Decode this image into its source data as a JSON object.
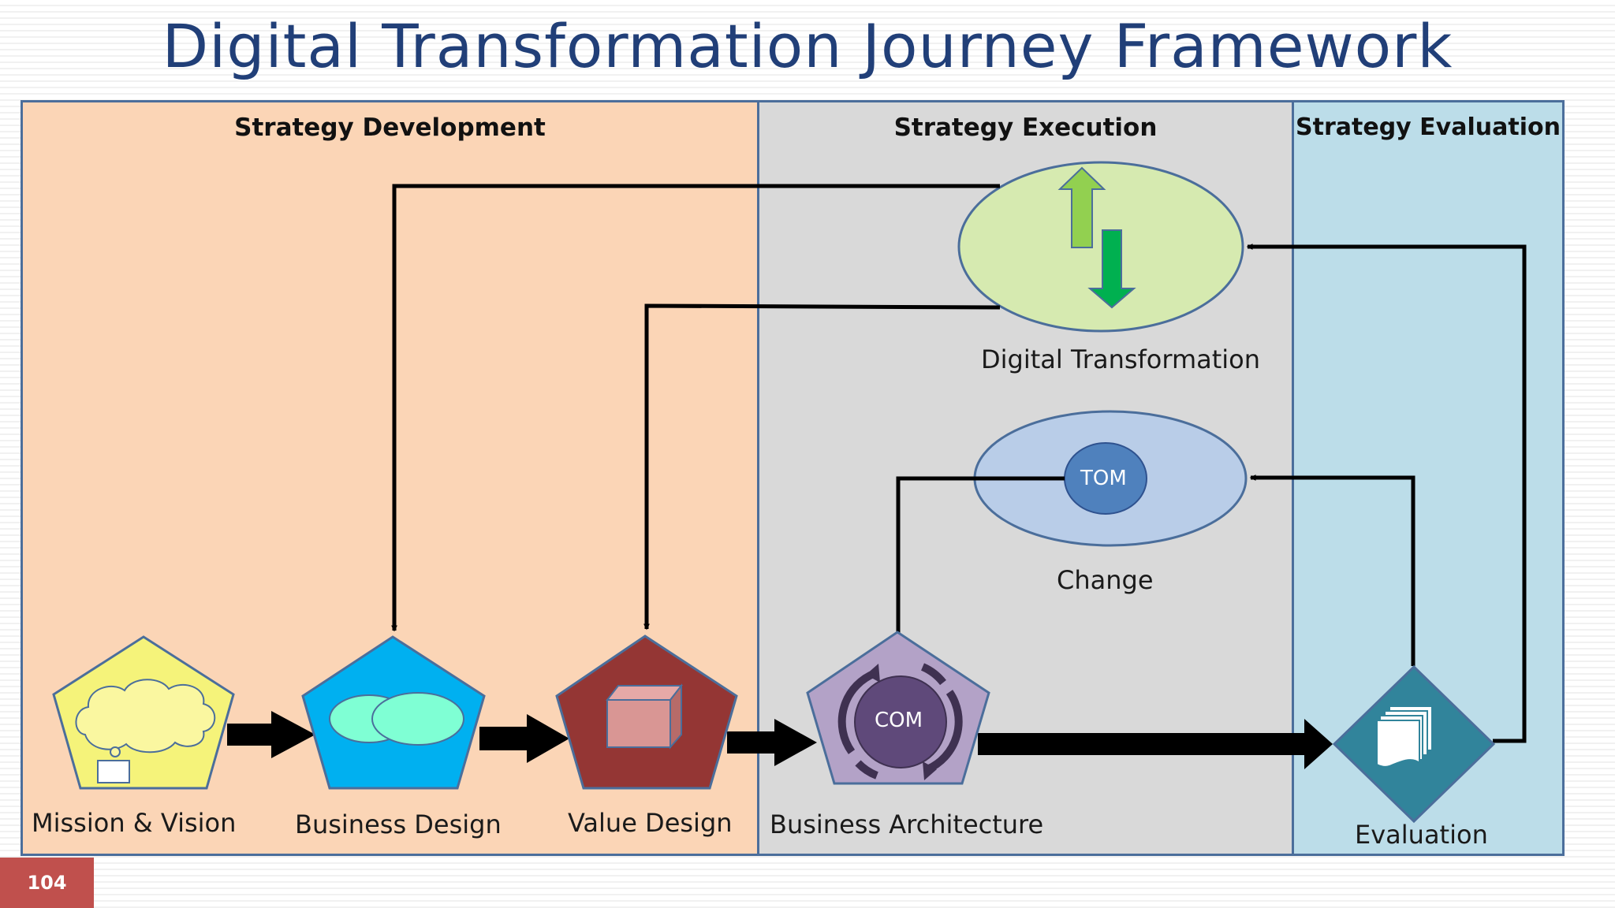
{
  "title": "Digital Transformation Journey Framework",
  "panels": {
    "development": "Strategy Development",
    "execution": "Strategy Execution",
    "evaluation": "Strategy Evaluation"
  },
  "nodes": {
    "mission": "Mission & Vision",
    "business_design": "Business Design",
    "value_design": "Value Design",
    "business_architecture": "Business Architecture",
    "evaluation": "Evaluation",
    "digital_transformation": "Digital Transformation",
    "change": "Change",
    "tom": "TOM",
    "com": "COM"
  },
  "page_number": "104",
  "colors": {
    "title": "#213f78",
    "development_bg": "#fbd5b6",
    "execution_bg": "#d9d9d9",
    "evaluation_bg": "#bcdde9",
    "mission_fill": "#f5f37a",
    "business_design_fill": "#00b0f0",
    "value_design_fill": "#943634",
    "business_architecture_fill": "#b3a2c7",
    "evaluation_fill": "#31849b",
    "digital_transformation_fill": "#d6eab0",
    "change_fill": "#b9cde8",
    "tom_fill": "#4f81bd",
    "com_fill": "#5f497a",
    "page_number_bg": "#c0504d"
  }
}
